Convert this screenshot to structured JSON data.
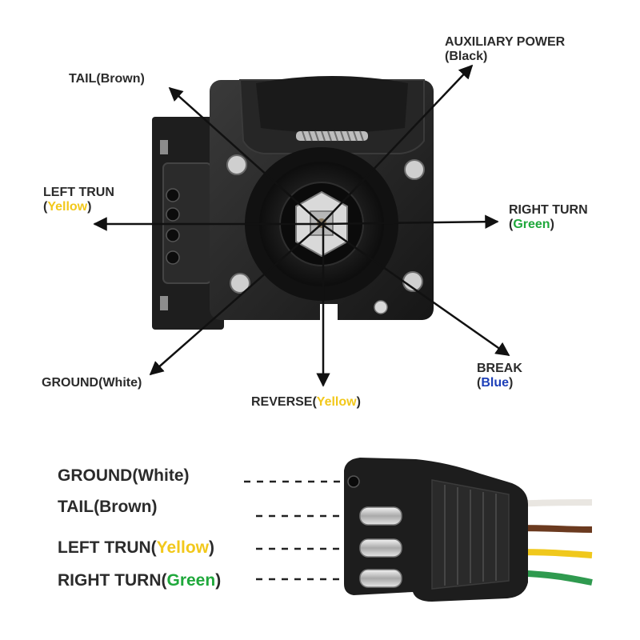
{
  "colors": {
    "yellow": "#f2c81b",
    "green": "#1fa83b",
    "blue": "#1d3fb8",
    "text": "#2b2b2b",
    "wire_white": "#e9e6e1",
    "wire_brown": "#6b3a1f",
    "wire_yellow": "#f0c81c",
    "wire_green": "#2f9a4f"
  },
  "socket_labels": {
    "aux_power": {
      "name": "AUXILIARY POWER",
      "open": "(",
      "color": "Black",
      "close": ")"
    },
    "tail": {
      "name": "TAIL",
      "open": "(",
      "color": "Brown",
      "close": ")"
    },
    "left_turn": {
      "name": "LEFT TRUN",
      "open": "(",
      "color": "Yellow",
      "close": ")"
    },
    "right_turn": {
      "name": "RIGHT TURN",
      "open": "(",
      "color": "Green",
      "close": ")"
    },
    "ground": {
      "name": "GROUND",
      "open": "(",
      "color": "White",
      "close": ")"
    },
    "break": {
      "name": "BREAK",
      "open": "(",
      "color": "Blue",
      "close": ")"
    },
    "reverse": {
      "name": "REVERSE",
      "open": "(",
      "color": "Yellow",
      "close": ")"
    }
  },
  "connector_labels": [
    {
      "name": "GROUND",
      "open": "(",
      "color": "White",
      "close": ")"
    },
    {
      "name": "TAIL",
      "open": "(",
      "color": "Brown",
      "close": ")"
    },
    {
      "name": "LEFT TRUN",
      "open": "(",
      "color": "Yellow",
      "close": ")"
    },
    {
      "name": "RIGHT TURN",
      "open": "(",
      "color": "Green",
      "close": ")"
    }
  ]
}
